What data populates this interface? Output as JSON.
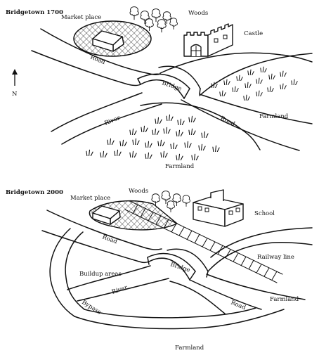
{
  "map_1700": {
    "title": "Bridgetown 1700",
    "compass": "N",
    "labels": {
      "market": "Market place",
      "woods": "Woods",
      "castle": "Castle",
      "road_upper": "Road",
      "bridge": "Bridge",
      "river": "River",
      "road_lower": "Road",
      "farmland_right": "Farmland",
      "farmland_bottom": "Farmland"
    }
  },
  "map_2000": {
    "title": "Bridgetown 2000",
    "labels": {
      "market": "Market place",
      "woods": "Woods",
      "school": "School",
      "road_upper": "Road",
      "railway": "Railway line",
      "buildup": "Buildup areas",
      "bridge": "Bridge",
      "river": "River",
      "bypass": "Bypass",
      "road_lower": "Road",
      "farmland_right": "Farmland",
      "farmland_bottom": "Farmland"
    }
  }
}
